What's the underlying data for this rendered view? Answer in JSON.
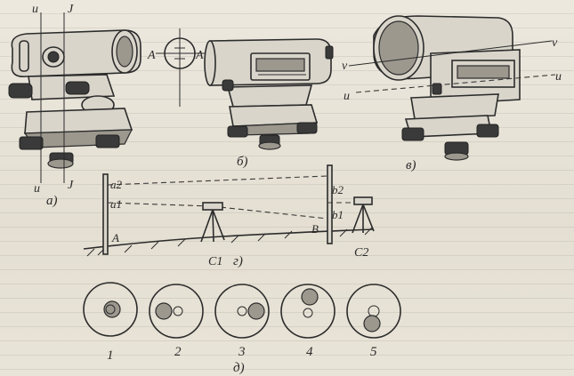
{
  "figure": {
    "label_a": "а)",
    "label_b": "б)",
    "label_v": "в)",
    "label_g": "г)",
    "label_d": "д)"
  },
  "axes_a": {
    "u_top": "u",
    "j_top": "J",
    "u_bottom": "u",
    "j_bottom": "J"
  },
  "panel_b": {
    "a_left": "A",
    "a_right": "A"
  },
  "panel_v": {
    "v_left": "v",
    "v_right": "v",
    "u_left": "u",
    "u_right": "u"
  },
  "panel_g": {
    "a2": "a2",
    "a1": "a1",
    "b2": "b2",
    "b1": "b1",
    "point_a": "A",
    "point_b": "B",
    "c1": "C1",
    "c2": "C2"
  },
  "panel_d": {
    "circles": [
      "1",
      "2",
      "3",
      "4",
      "5"
    ]
  }
}
